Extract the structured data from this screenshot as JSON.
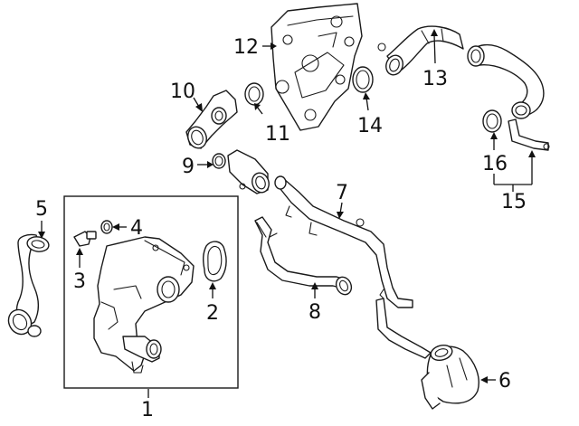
{
  "callouts": [
    {
      "id": "1",
      "label": "1"
    },
    {
      "id": "2",
      "label": "2"
    },
    {
      "id": "3",
      "label": "3"
    },
    {
      "id": "4",
      "label": "4"
    },
    {
      "id": "5",
      "label": "5"
    },
    {
      "id": "6",
      "label": "6"
    },
    {
      "id": "7",
      "label": "7"
    },
    {
      "id": "8",
      "label": "8"
    },
    {
      "id": "9",
      "label": "9"
    },
    {
      "id": "10",
      "label": "10"
    },
    {
      "id": "11",
      "label": "11"
    },
    {
      "id": "12",
      "label": "12"
    },
    {
      "id": "13",
      "label": "13"
    },
    {
      "id": "14",
      "label": "14"
    },
    {
      "id": "15",
      "label": "15"
    },
    {
      "id": "16",
      "label": "16"
    }
  ],
  "colors": {
    "line": "#1a1a1a",
    "background": "#ffffff"
  }
}
